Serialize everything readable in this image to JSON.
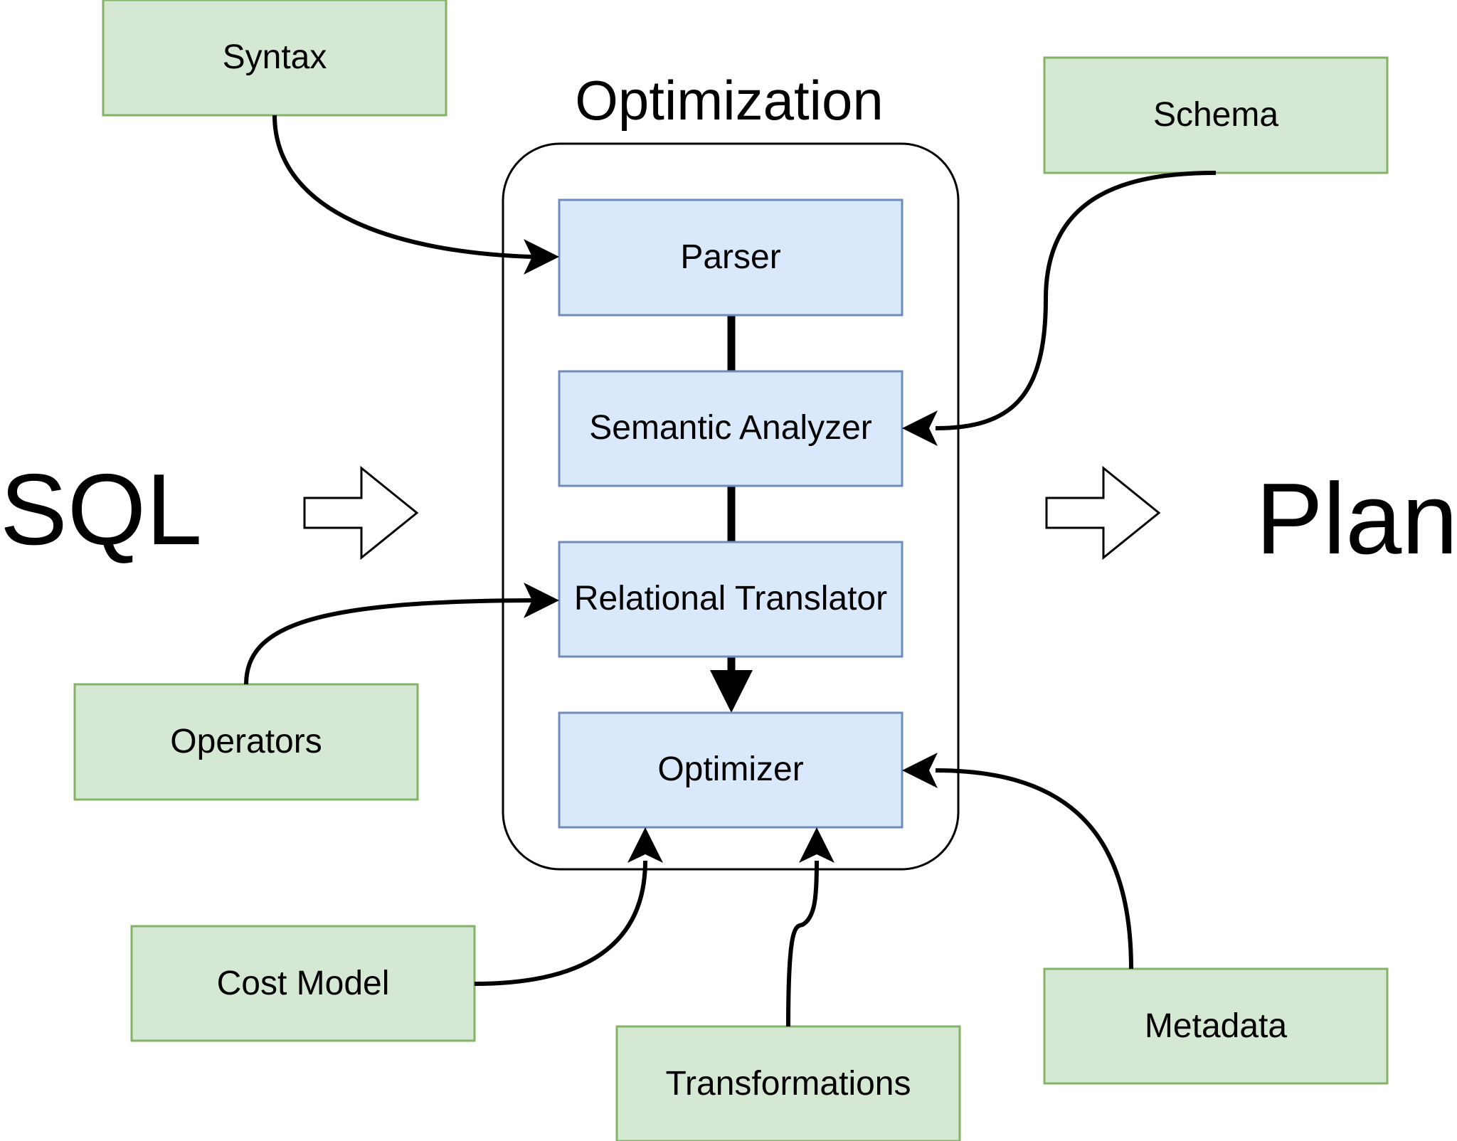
{
  "diagram": {
    "container_title": "Optimization",
    "input_label": "SQL",
    "output_label": "Plan",
    "pipeline": {
      "parser": "Parser",
      "semantic_analyzer": "Semantic Analyzer",
      "relational_translator": "Relational Translator",
      "optimizer": "Optimizer"
    },
    "inputs": {
      "syntax": "Syntax",
      "schema": "Schema",
      "operators": "Operators",
      "cost_model": "Cost Model",
      "transformations": "Transformations",
      "metadata": "Metadata"
    },
    "colors": {
      "stage_fill": "#dae8fc",
      "stage_stroke": "#6c8ebf",
      "input_fill": "#d5e8d4",
      "input_stroke": "#82b366",
      "line": "#000000"
    }
  }
}
